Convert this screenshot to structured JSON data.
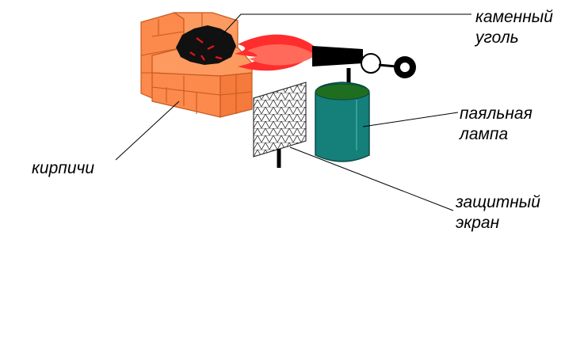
{
  "labels": {
    "coal": "каменный\nуголь",
    "lamp": "паяльная\nлампа",
    "bricks": "кирпичи",
    "screen": "защитный\nэкран"
  },
  "colors": {
    "brick_front": "#fb8a4c",
    "brick_side": "#f47b3c",
    "brick_top": "#fd9a60",
    "brick_line": "#c85a20",
    "coal": "#111111",
    "ember": "#e01818",
    "flame_outer": "#ff2d2d",
    "flame_inner": "#ff6a5a",
    "lamp_body": "#157f7a",
    "lamp_top": "#1f6e1f",
    "burner": "#000000",
    "screen_mesh": "#333333"
  },
  "icons": [
    "brick-stove",
    "coal-pile",
    "flame",
    "blowtorch",
    "mesh-screen"
  ]
}
